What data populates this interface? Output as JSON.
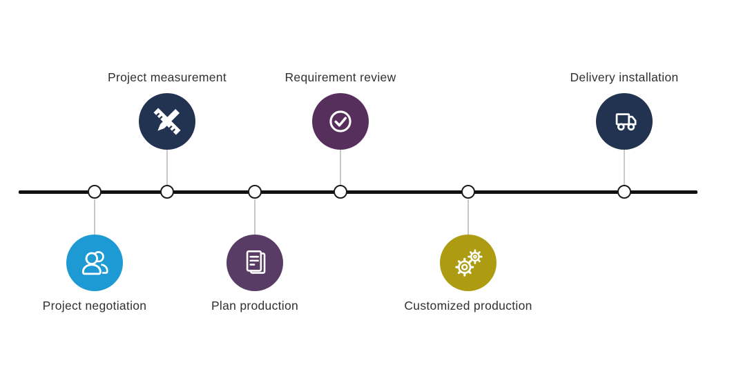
{
  "diagram": {
    "type": "process-timeline",
    "orientation": "horizontal",
    "line_color": "#101010",
    "connector_color": "#909090",
    "node_fill": "#ffffff",
    "node_border_color": "#1a1a1a",
    "label_color": "#303030",
    "steps": [
      {
        "label": "Project negotiation",
        "side": "below",
        "color": "#1d9ad3",
        "icon": "people-icon"
      },
      {
        "label": "Project measurement",
        "side": "above",
        "color": "#223352",
        "icon": "ruler-pencil-icon"
      },
      {
        "label": "Plan production",
        "side": "below",
        "color": "#593c66",
        "icon": "document-icon"
      },
      {
        "label": "Requirement review",
        "side": "above",
        "color": "#572f5c",
        "icon": "check-circle-icon"
      },
      {
        "label": "Customized production",
        "side": "below",
        "color": "#ad9c12",
        "icon": "gears-icon"
      },
      {
        "label": "Delivery installation",
        "side": "above",
        "color": "#223352",
        "icon": "truck-icon"
      }
    ]
  }
}
